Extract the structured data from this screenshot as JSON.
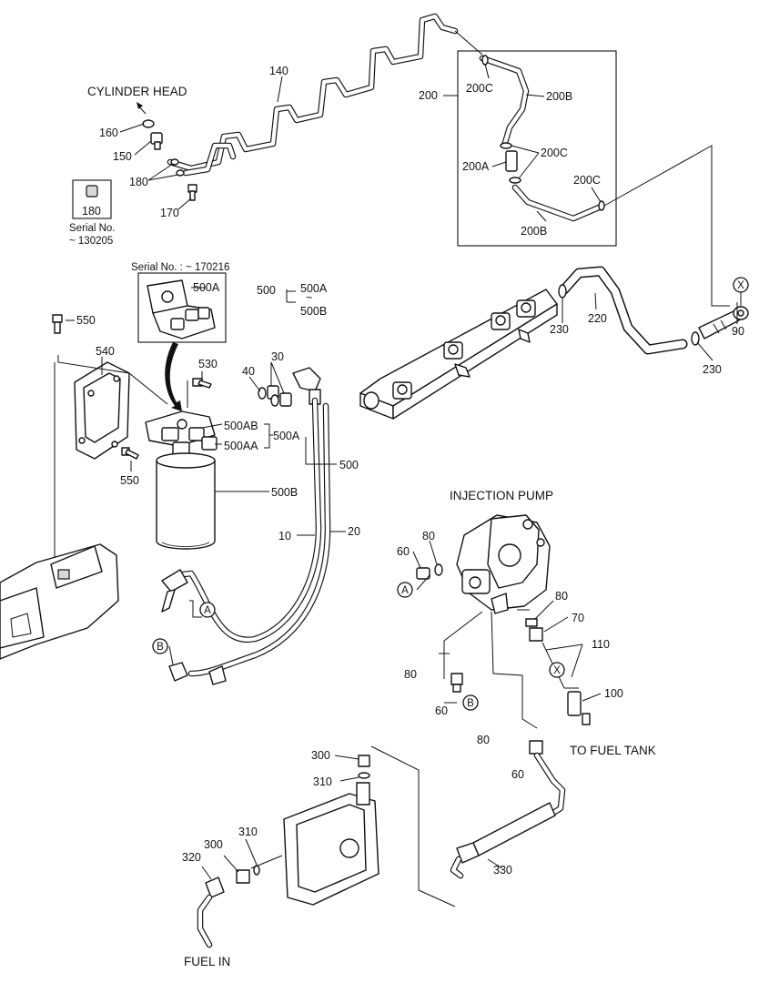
{
  "labels": {
    "cylinder_head": "CYLINDER HEAD",
    "injection_pump": "INJECTION PUMP",
    "to_fuel_tank": "TO FUEL TANK",
    "fuel_in": "FUEL IN",
    "serial_1_title": "Serial No.",
    "serial_1_range": "~ 130205",
    "serial_2": "Serial No. : ~ 170216",
    "tilde": "~"
  },
  "callouts": {
    "p10": "10",
    "p20": "20",
    "p30": "30",
    "p40": "40",
    "p60a": "60",
    "p60b": "60",
    "p60c": "60",
    "p70": "70",
    "p80a": "80",
    "p80b": "80",
    "p80c": "80",
    "p80d": "80",
    "p90": "90",
    "p100": "100",
    "p110": "110",
    "p140": "140",
    "p150": "150",
    "p160": "160",
    "p170": "170",
    "p180a": "180",
    "p180b": "180",
    "p200": "200",
    "p200A": "200A",
    "p200B1": "200B",
    "p200B2": "200B",
    "p200C1": "200C",
    "p200C2": "200C",
    "p200C3": "200C",
    "p220": "220",
    "p230a": "230",
    "p230b": "230",
    "p300a": "300",
    "p300b": "300",
    "p310a": "310",
    "p310b": "310",
    "p320": "320",
    "p330": "330",
    "p500a": "500",
    "p500b": "500",
    "p500A1": "500A",
    "p500A2": "500A",
    "p500A3": "500A",
    "p500AA": "500AA",
    "p500AB": "500AB",
    "p500B1": "500B",
    "p500B2": "500B",
    "p530": "530",
    "p540": "540",
    "p550a": "550",
    "p550b": "550"
  },
  "markers": {
    "A1": "A",
    "A2": "A",
    "B1": "B",
    "B2": "B",
    "X1": "X",
    "X2": "X"
  }
}
